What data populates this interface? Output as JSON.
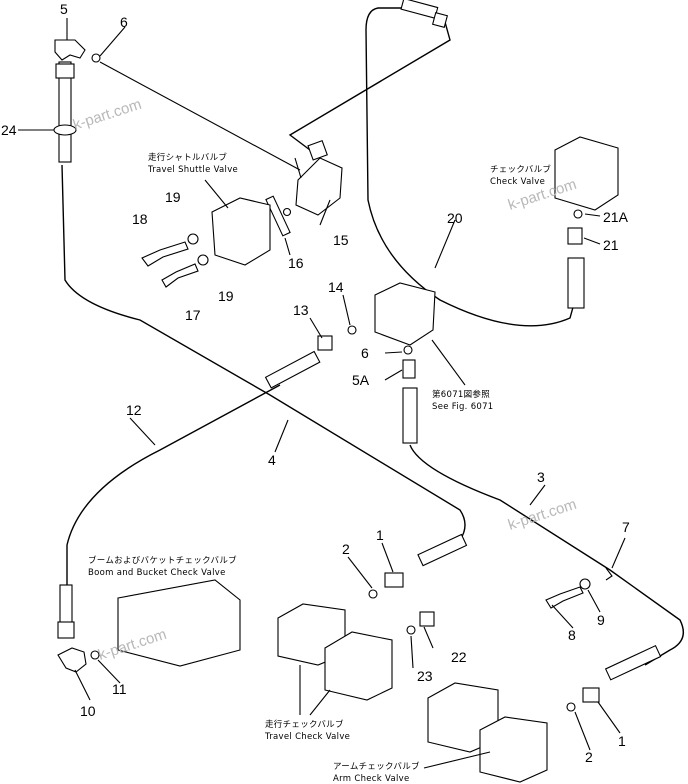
{
  "part_numbers": {
    "n1a": "1",
    "n1b": "1",
    "n2a": "2",
    "n2b": "2",
    "n3": "3",
    "n4": "4",
    "n5": "5",
    "n5a": "5A",
    "n6a": "6",
    "n6b": "6",
    "n7": "7",
    "n8": "8",
    "n9": "9",
    "n10": "10",
    "n11": "11",
    "n12": "12",
    "n13": "13",
    "n14": "14",
    "n15": "15",
    "n16": "16",
    "n17": "17",
    "n18": "18",
    "n19a": "19",
    "n19b": "19",
    "n20": "20",
    "n21": "21",
    "n21a": "21A",
    "n22": "22",
    "n23": "23",
    "n24": "24"
  },
  "labels": {
    "travel_shuttle_jp": "走行シャトルバルブ",
    "travel_shuttle_en": "Travel Shuttle Valve",
    "check_valve_jp": "チェックバルブ",
    "check_valve_en": "Check Valve",
    "see_fig_jp": "第6071図参照",
    "see_fig_en": "See Fig. 6071",
    "boom_bucket_jp": "ブームおよびバケットチェックバルブ",
    "boom_bucket_en": "Boom and Bucket Check Valve",
    "travel_check_jp": "走行チェックバルブ",
    "travel_check_en": "Travel Check Valve",
    "arm_check_jp": "アームチェックバルブ",
    "arm_check_en": "Arm Check Valve"
  },
  "watermarks": [
    "k-part.com",
    "k-part.com",
    "k-part.com",
    "k-part.com"
  ]
}
